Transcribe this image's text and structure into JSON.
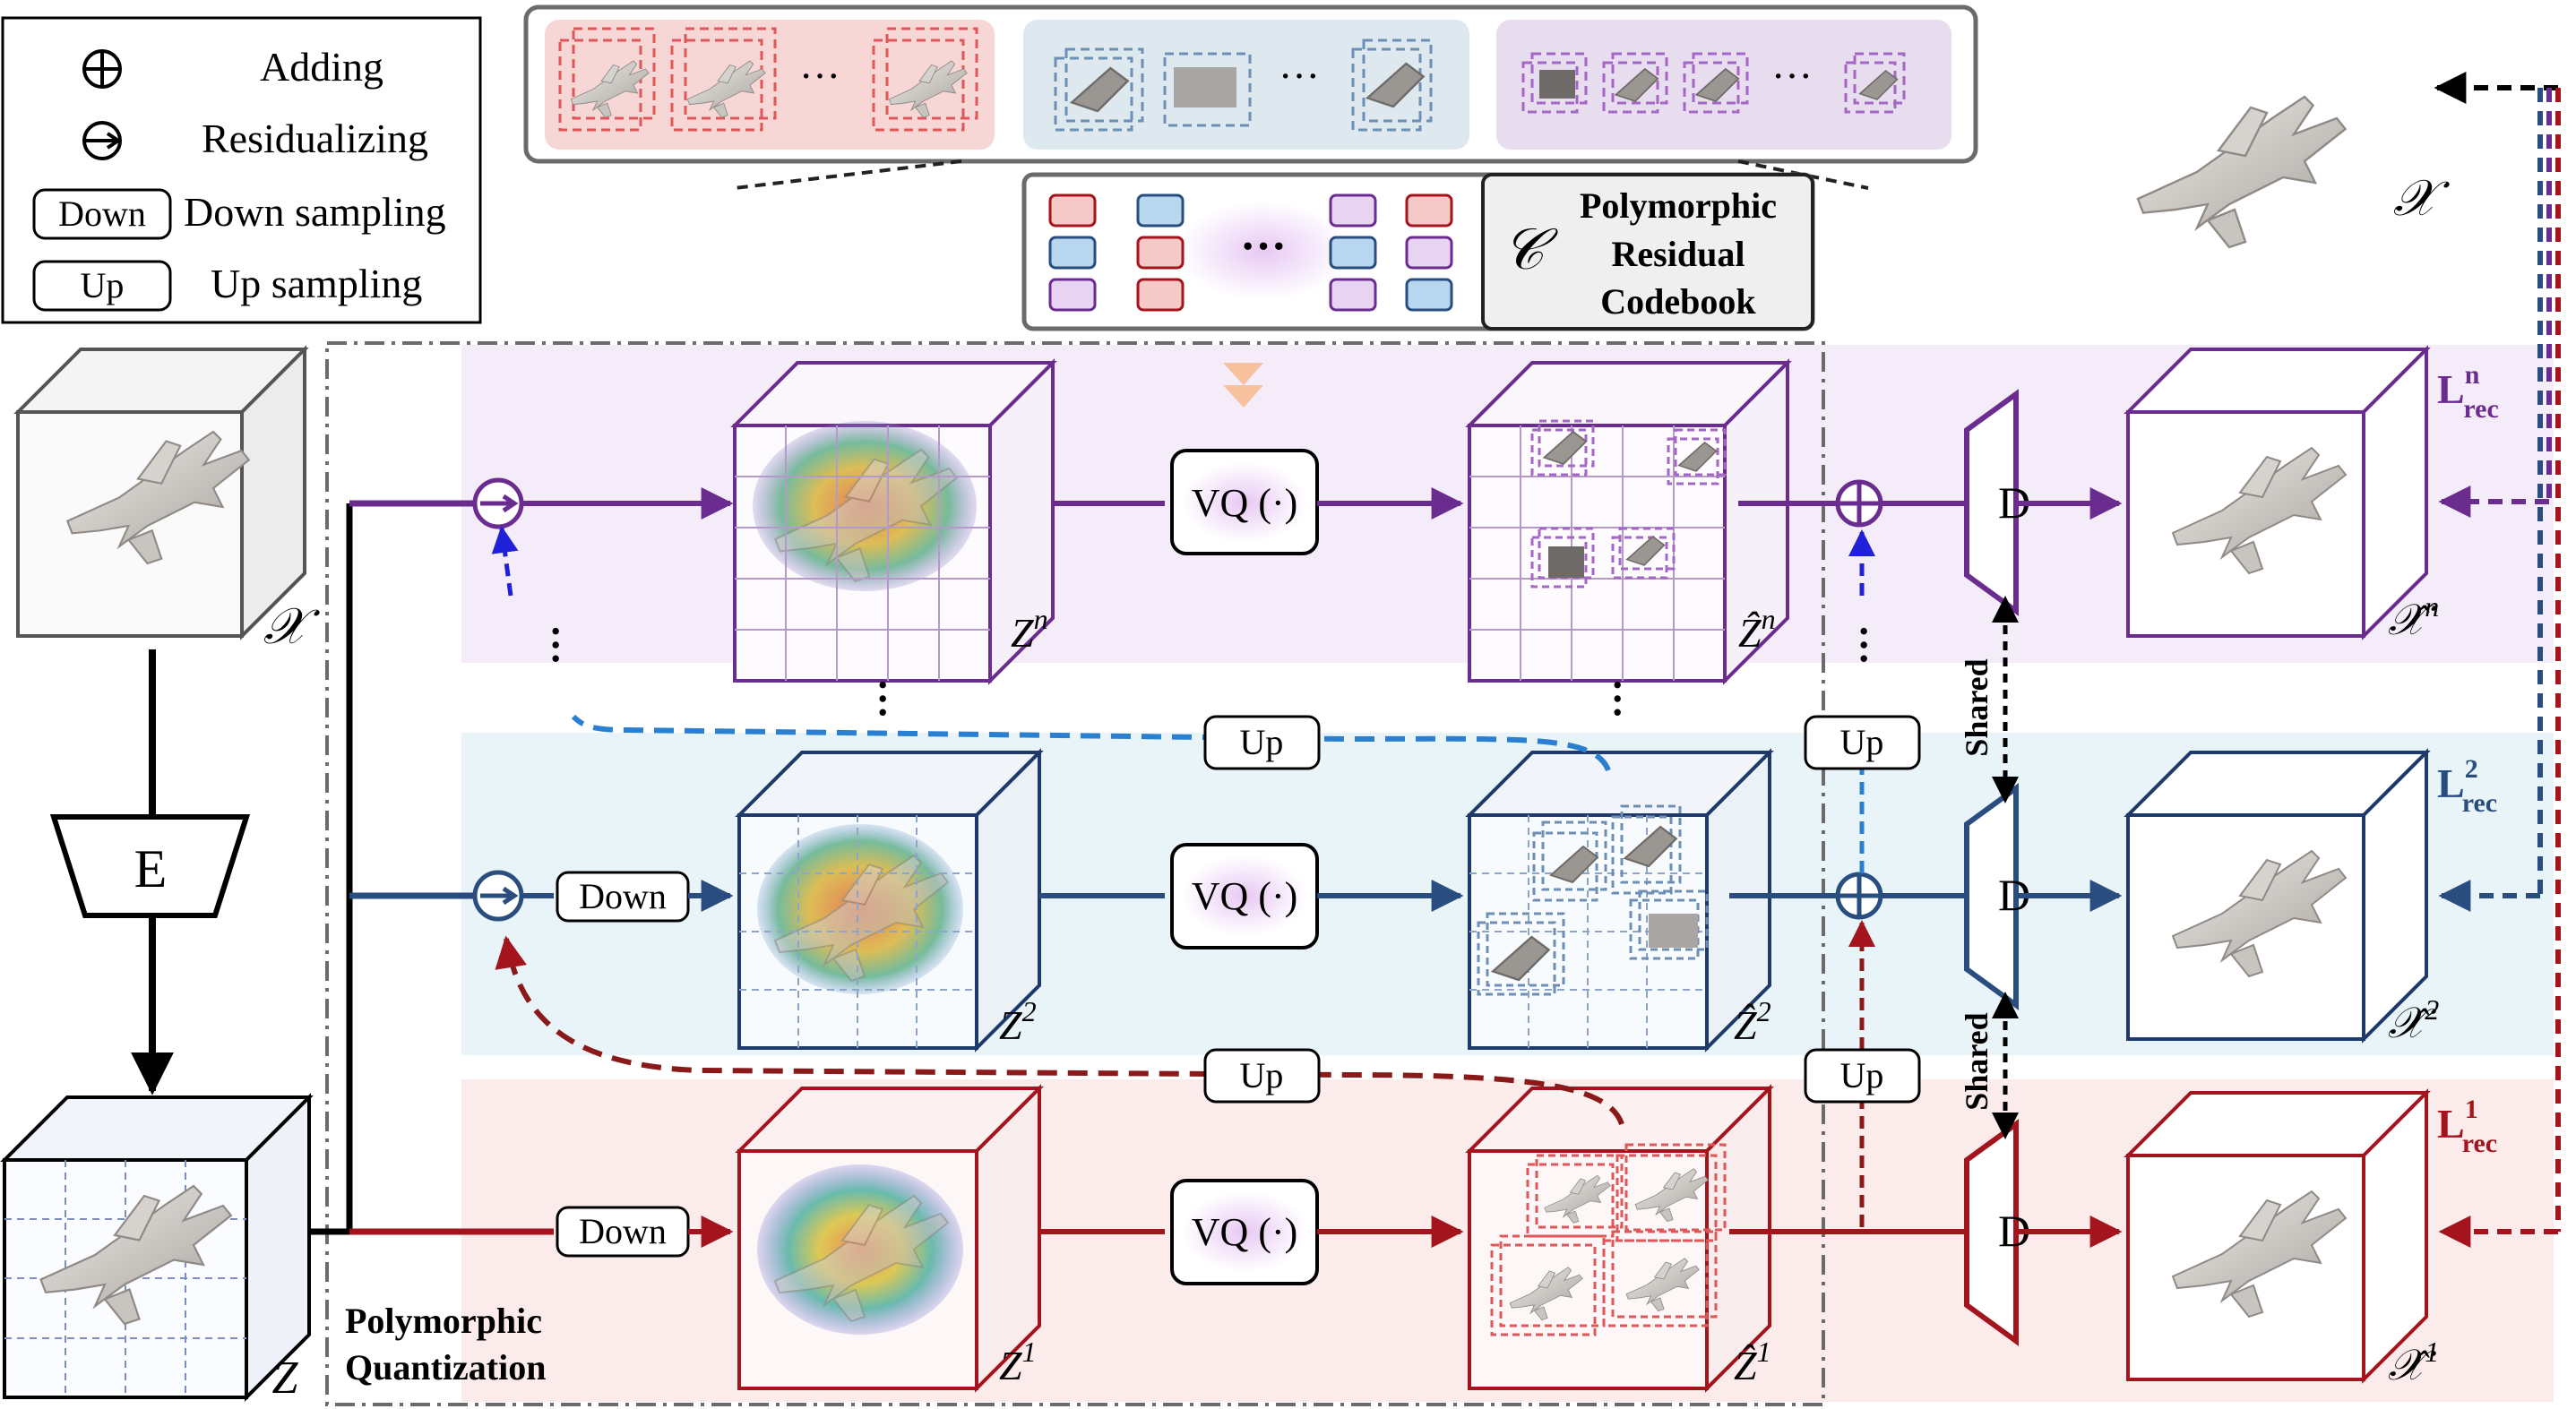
{
  "legend": {
    "adding": "Adding",
    "residualizing": "Residualizing",
    "down_box": "Down",
    "down_text": "Down sampling",
    "up_box": "Up",
    "up_text": "Up sampling"
  },
  "codebook": {
    "symbol": "𝒞",
    "title_line1": "Polymorphic",
    "title_line2": "Residual",
    "title_line3": "Codebook",
    "ellipsis": "···",
    "strip_ellipsis": "···"
  },
  "encoder": {
    "label": "E",
    "input_label": "𝒳",
    "latent_label": "Z"
  },
  "scales": {
    "n": {
      "z_label": "Z",
      "z_sup": "n",
      "zhat_label": "Ẑ",
      "zhat_sup": "n",
      "xhat_label": "𝒳̂",
      "xhat_sup": "n",
      "loss": "L",
      "loss_sub": "rec",
      "loss_sup": "n"
    },
    "two": {
      "z_label": "Z",
      "z_sup": "2",
      "zhat_label": "Ẑ",
      "zhat_sup": "2",
      "xhat_label": "𝒳̂",
      "xhat_sup": "2",
      "loss": "L",
      "loss_sub": "rec",
      "loss_sup": "2"
    },
    "one": {
      "z_label": "Z",
      "z_sup": "1",
      "zhat_label": "Ẑ",
      "zhat_sup": "1",
      "xhat_label": "𝒳̂",
      "xhat_sup": "1",
      "loss": "L",
      "loss_sub": "rec",
      "loss_sup": "1"
    }
  },
  "ops": {
    "vq": "VQ (·)",
    "down": "Down",
    "up": "Up",
    "decoder": "D",
    "shared": "Shared"
  },
  "target_label": "𝒳",
  "region_label_line1": "Polymorphic",
  "region_label_line2": "Quantization",
  "colors": {
    "purple": "#6a2c8e",
    "blue": "#2a4d7f",
    "red": "#a3141c",
    "bg_purple": "#f4ecf8",
    "bg_blue": "#e9f4f8",
    "bg_red": "#fbeceb"
  }
}
